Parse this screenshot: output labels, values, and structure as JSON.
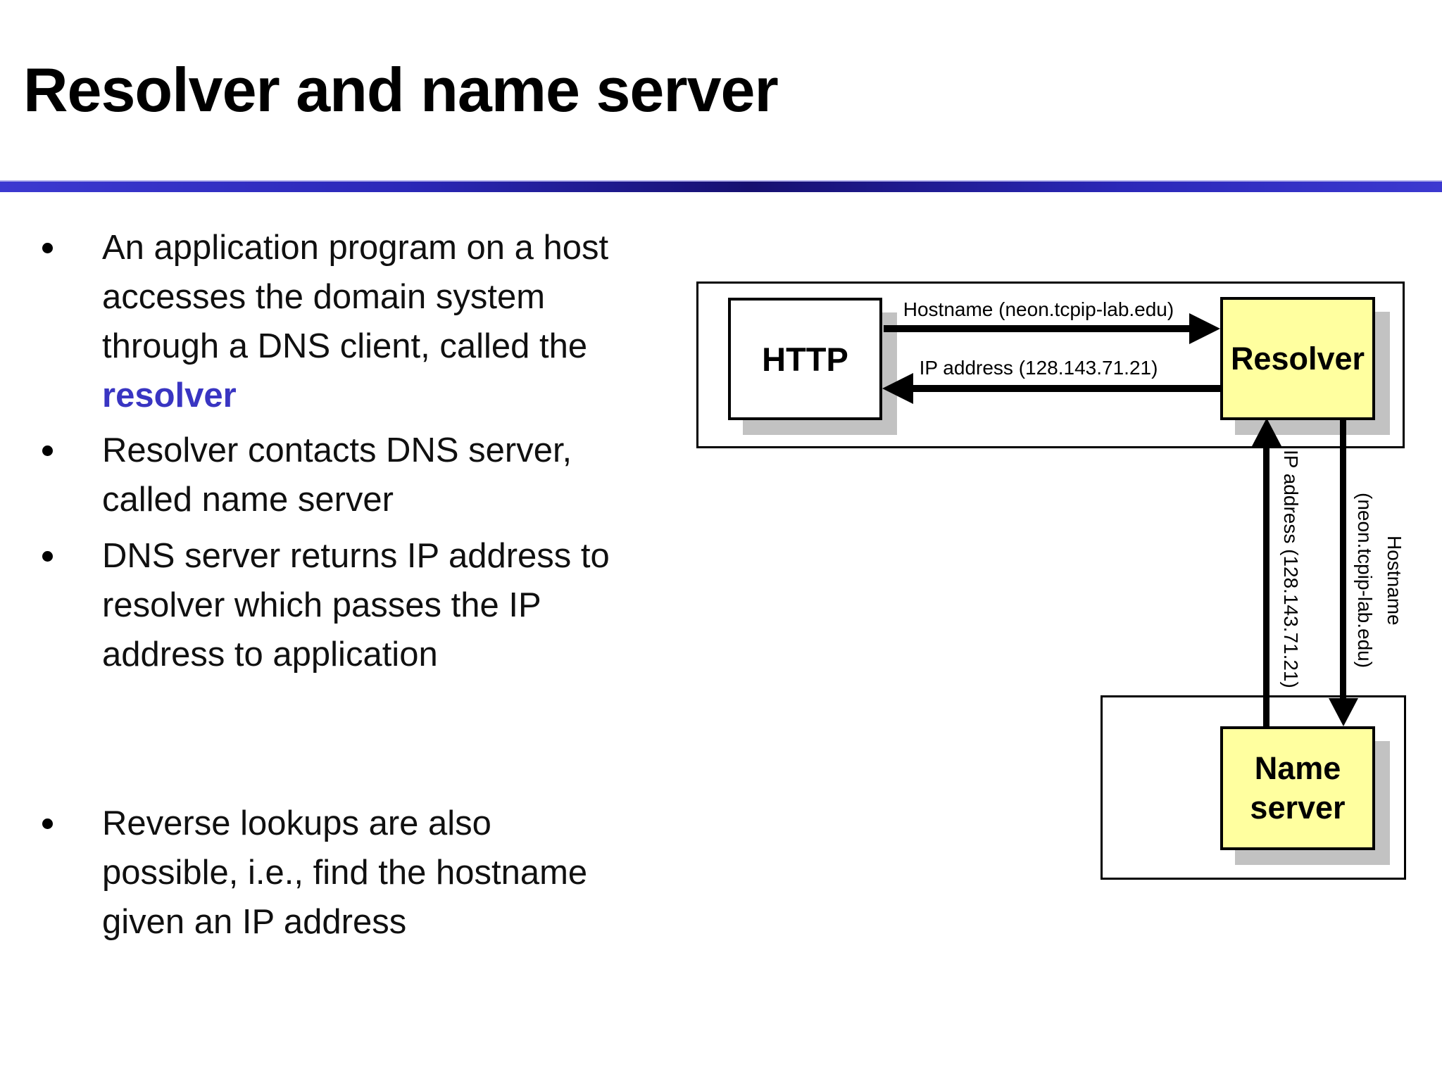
{
  "slide": {
    "title": "Resolver and name server",
    "bullets": [
      {
        "lines": [
          [
            {
              "t": "An application program on a host"
            }
          ],
          [
            {
              "t": "accesses the domain system"
            }
          ],
          [
            {
              "t": "through a DNS client, called the"
            }
          ],
          [
            {
              "t": "resolver",
              "s": "em"
            }
          ]
        ]
      },
      {
        "lines": [
          [
            {
              "t": "Resolver contacts DNS server,"
            }
          ],
          [
            {
              "t": "called name server"
            }
          ]
        ]
      },
      {
        "lines": [
          [
            {
              "t": "DNS server returns IP address to"
            }
          ],
          [
            {
              "t": "resolver which passes the IP"
            }
          ],
          [
            {
              "t": "address to application"
            }
          ]
        ]
      },
      {
        "lines": [
          [
            {
              "t": "Reverse lookups are also"
            }
          ],
          [
            {
              "t": "possible, i.e., find the hostname"
            }
          ],
          [
            {
              "t": "given an IP address"
            }
          ]
        ]
      }
    ]
  },
  "diagram": {
    "http_box_label": "HTTP",
    "resolver_box_label": "Resolver",
    "name_server_box": {
      "line1": "Name",
      "line2": "server"
    },
    "arrow_labels": {
      "hostname_to_resolver": "Hostname (neon.tcpip-lab.edu)",
      "ip_to_http": "IP address (128.143.71.21)",
      "ip_up_to_resolver": "IP address (128.143.71.21)",
      "hostname_down_line1": "Hostname",
      "hostname_down_line2": "(neon.tcpip-lab.edu)"
    },
    "colors": {
      "node_fill_yellow": "#ffff9f",
      "node_fill_white": "#ffffff",
      "drop_shadow": "#c2c2c2",
      "accent_bar_blue": "#2b28b8",
      "emphasis_blue": "#3935c2"
    }
  }
}
